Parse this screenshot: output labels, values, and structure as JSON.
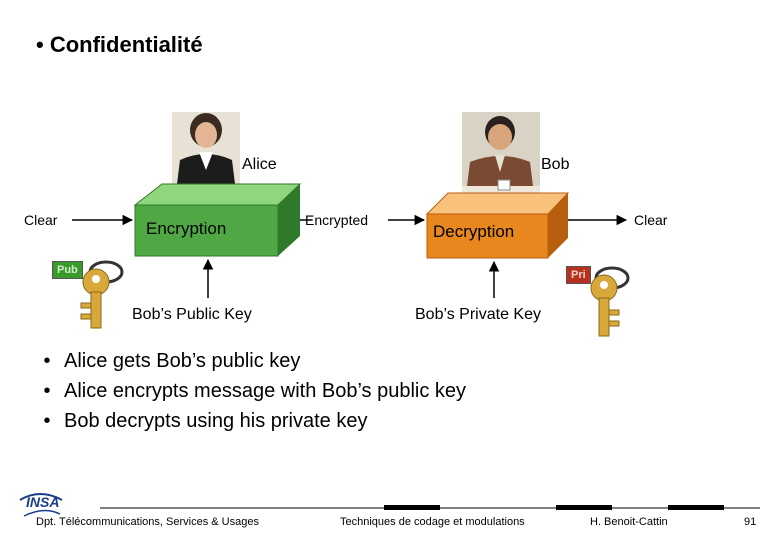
{
  "slide": {
    "title": "• Confidentialité",
    "diagram": {
      "alice_label": "Alice",
      "bob_label": "Bob",
      "clear_in": "Clear",
      "encryption": "Encryption",
      "encrypted": "Encrypted",
      "decryption": "Decryption",
      "clear_out": "Clear",
      "public_key_tag": "Pub",
      "private_key_tag": "Pri",
      "public_key_label": "Bob’s Public Key",
      "private_key_label": "Bob’s Private Key"
    },
    "bullets": [
      "Alice gets Bob’s public key",
      "Alice encrypts message with Bob’s public key",
      "Bob decrypts using his private key"
    ],
    "footer": {
      "logo_text": "INSA",
      "department": "Dpt. Télécommunications, Services & Usages",
      "course": "Techniques de codage et modulations",
      "author": "H. Benoit-Cattin",
      "page": "91"
    },
    "colors": {
      "box_front": "#4fa843",
      "box_top": "#8fd67f",
      "box_dark": "#2f7a2a",
      "decrypt_front": "#e9871f",
      "decrypt_top": "#f8c27d",
      "decrypt_dark": "#b85f0f",
      "pub_tag": "#3a9a2e",
      "pri_tag": "#b5321e",
      "key_gold": "#d8a83a"
    }
  }
}
